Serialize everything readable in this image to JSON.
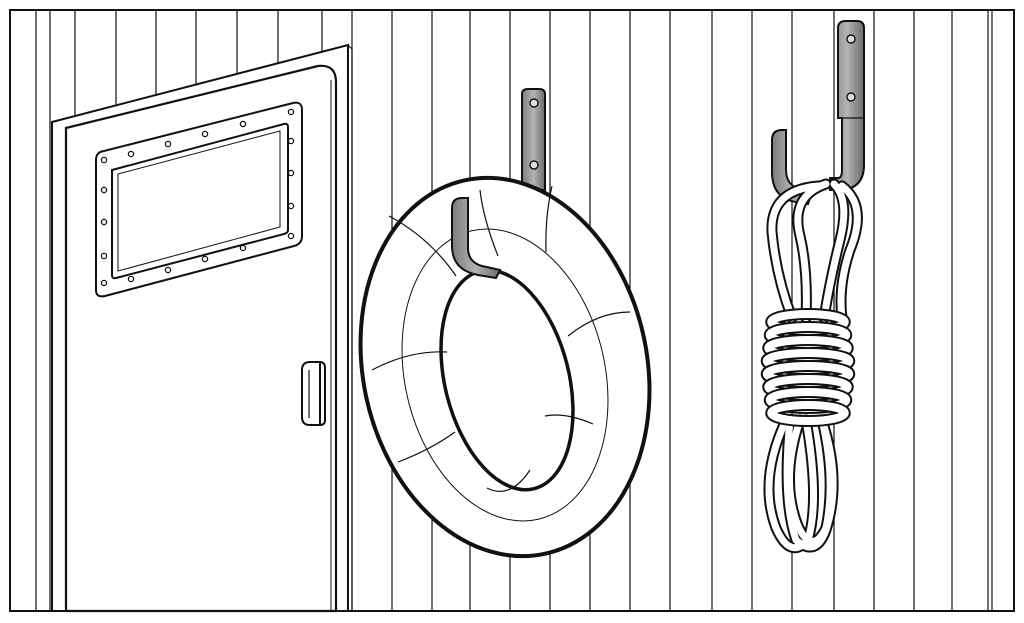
{
  "scene": {
    "subjects": [
      "door",
      "life-ring",
      "hook",
      "rope-coil"
    ],
    "line_color": "#111111",
    "fill_color": "#ffffff",
    "hook_color": "#9a9a9a",
    "hook_dark_color": "#6e6e6e",
    "icons": [
      "porthole-window-icon",
      "door-handle-icon",
      "life-ring-icon",
      "wall-hook-icon",
      "rope-coil-icon"
    ]
  }
}
